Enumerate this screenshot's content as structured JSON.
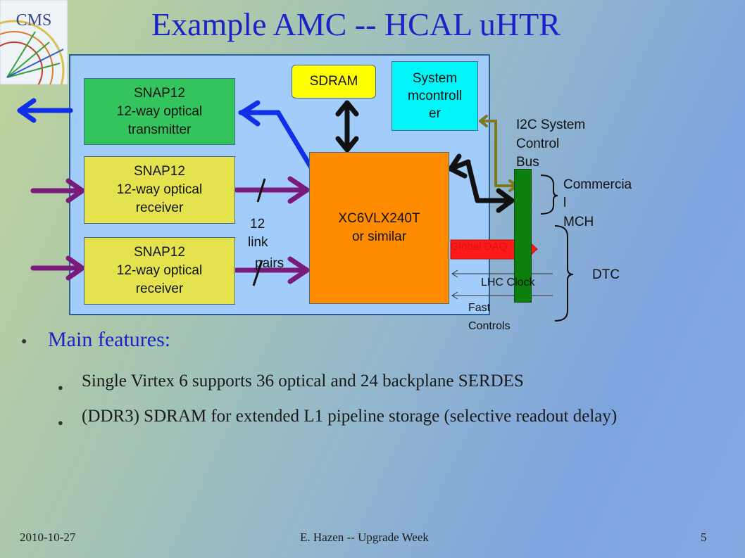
{
  "title": "Example AMC -- HCAL uHTR",
  "logo": {
    "text": "CMS"
  },
  "diagram": {
    "transmitter": {
      "line1": "SNAP12",
      "line2": "12-way optical",
      "line3": "transmitter"
    },
    "receiver1": {
      "line1": "SNAP12",
      "line2": "12-way optical",
      "line3": "receiver"
    },
    "receiver2": {
      "line1": "SNAP12",
      "line2": "12-way optical",
      "line3": "receiver"
    },
    "sdram": "SDRAM",
    "system_controller": {
      "line1": "System",
      "line2": "mcontroll",
      "line3": "er"
    },
    "fpga": {
      "line1": "XC6VLX240T",
      "line2": "or similar"
    },
    "link_pairs": {
      "line1": "12",
      "line2": "link",
      "line3": "pairs"
    },
    "i2c": {
      "line1": "I2C System",
      "line2": "Control",
      "line3": "Bus"
    },
    "commercial_mch": {
      "line1": "Commercia",
      "line2": "l",
      "line3": "MCH"
    },
    "global_daq": "Global DAQ",
    "lhc_clock": "LHC  Clock",
    "fast_controls": {
      "line1": "Fast",
      "line2": "Controls"
    },
    "dtc": "DTC",
    "colors": {
      "board": "#a2cdfb",
      "transmitter": "#34c45e",
      "receiver": "#e4e34e",
      "sdram": "#ffff00",
      "system_controller": "#00f4f8",
      "fpga": "#ff8c00",
      "backplane": "#0d7f0d",
      "optical_out_arrow": "#1030e8",
      "optical_in_arrow": "#7a1a7a",
      "i2c_arrow": "#7b7a22",
      "daq_arrow": "#ff1a1a"
    }
  },
  "main_features": {
    "heading": "Main features:",
    "items": [
      "Single Virtex 6 supports 36 optical and 24 backplane SERDES",
      "(DDR3) SDRAM for extended L1 pipeline storage (selective readout delay)"
    ]
  },
  "footer": {
    "date": "2010-10-27",
    "center": "E. Hazen -- Upgrade Week",
    "page": "5"
  }
}
